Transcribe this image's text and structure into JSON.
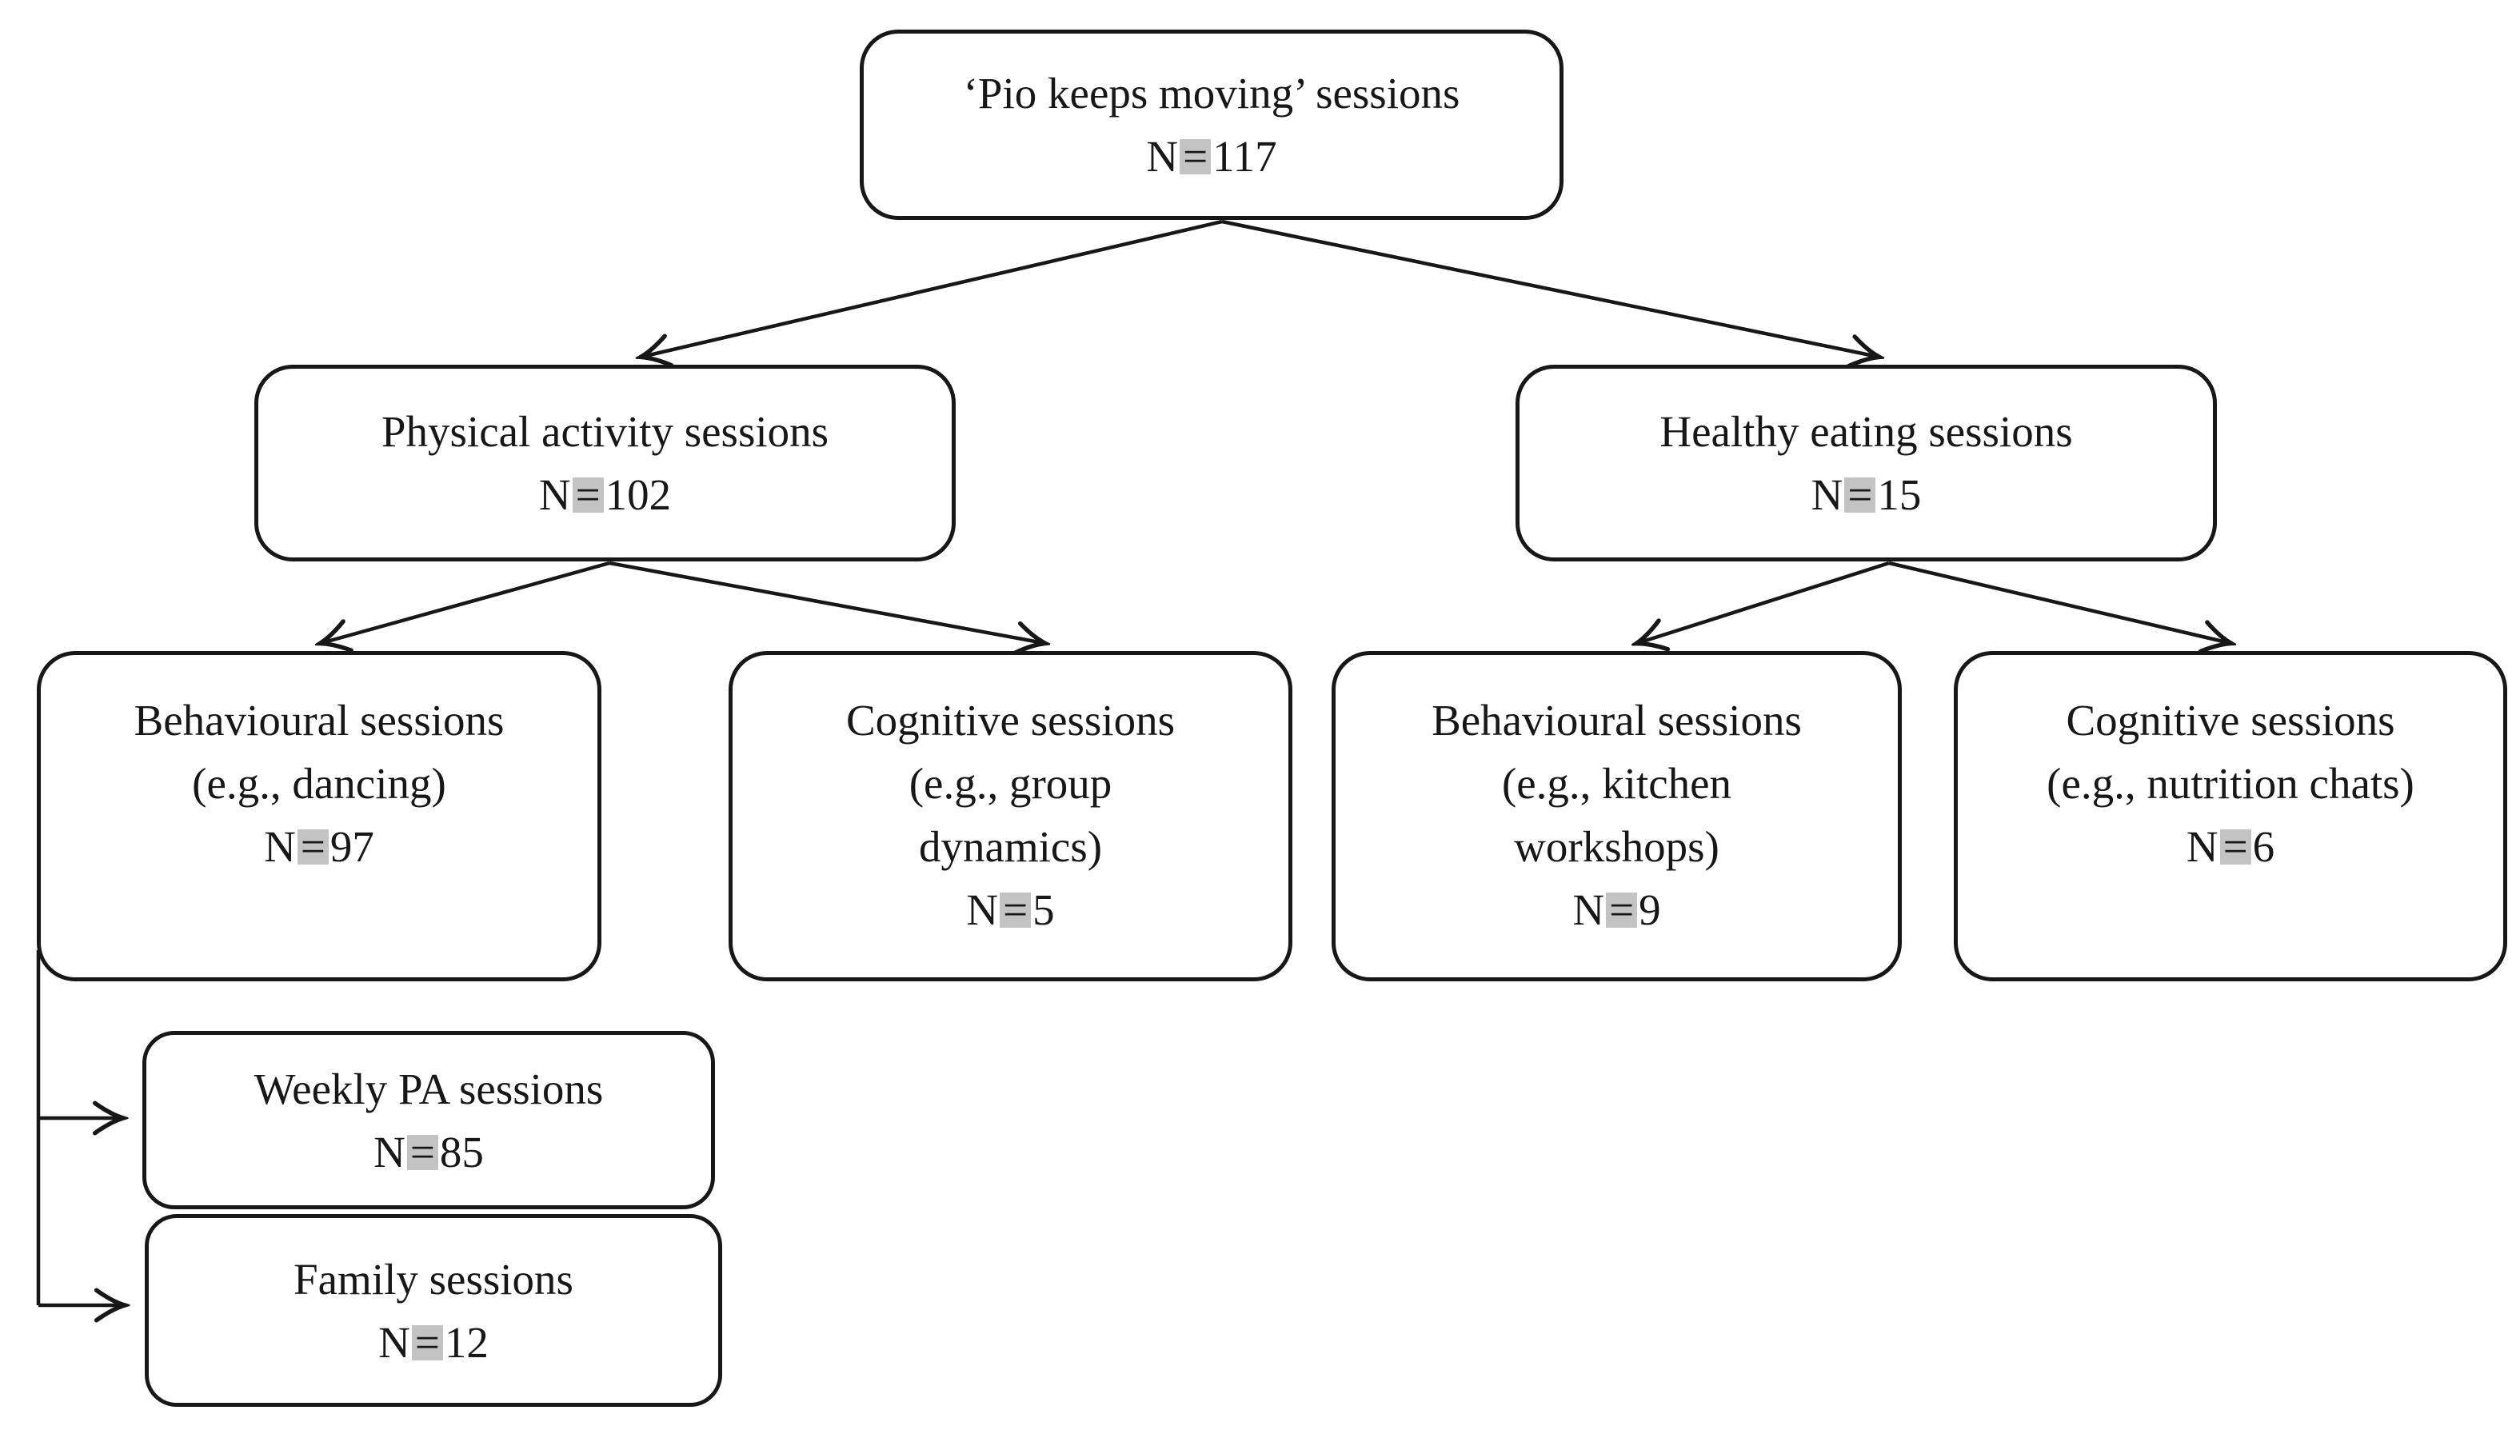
{
  "colors": {
    "ink": "#171717",
    "box_background": "#ffffff",
    "equals_highlight": "#c3c3c3",
    "page_background": "#ffffff"
  },
  "nodes": {
    "pio": {
      "lines": [
        "‘Pio keeps moving’ sessions"
      ],
      "n_prefix": "N",
      "n_eq": "=",
      "n_value": "117"
    },
    "physical": {
      "lines": [
        "Physical activity sessions"
      ],
      "n_prefix": "N",
      "n_eq": "=",
      "n_value": "102"
    },
    "healthy": {
      "lines": [
        "Healthy eating sessions"
      ],
      "n_prefix": "N",
      "n_eq": "=",
      "n_value": "15"
    },
    "behav_dance": {
      "lines": [
        "Behavioural sessions",
        "(e.g., dancing)"
      ],
      "n_prefix": "N",
      "n_eq": "=",
      "n_value": "97"
    },
    "cog_group": {
      "lines": [
        "Cognitive sessions",
        "(e.g., group",
        "dynamics)"
      ],
      "n_prefix": "N",
      "n_eq": "=",
      "n_value": "5"
    },
    "behav_kitchen": {
      "lines": [
        "Behavioural sessions",
        "(e.g., kitchen",
        "workshops)"
      ],
      "n_prefix": "N",
      "n_eq": "=",
      "n_value": "9"
    },
    "cog_nutrition": {
      "lines": [
        "Cognitive sessions",
        "(e.g., nutrition chats)"
      ],
      "n_prefix": "N",
      "n_eq": "=",
      "n_value": "6"
    },
    "weekly": {
      "lines": [
        "Weekly PA sessions"
      ],
      "n_prefix": "N",
      "n_eq": "=",
      "n_value": "85"
    },
    "family": {
      "lines": [
        "Family sessions"
      ],
      "n_prefix": "N",
      "n_eq": "=",
      "n_value": "12"
    }
  },
  "edges": [
    {
      "from": "pio",
      "to": "physical"
    },
    {
      "from": "pio",
      "to": "healthy"
    },
    {
      "from": "physical",
      "to": "behav_dance"
    },
    {
      "from": "physical",
      "to": "cog_group"
    },
    {
      "from": "healthy",
      "to": "behav_kitchen"
    },
    {
      "from": "healthy",
      "to": "cog_nutrition"
    },
    {
      "from": "behav_dance",
      "to": "weekly"
    },
    {
      "from": "behav_dance",
      "to": "family"
    }
  ]
}
